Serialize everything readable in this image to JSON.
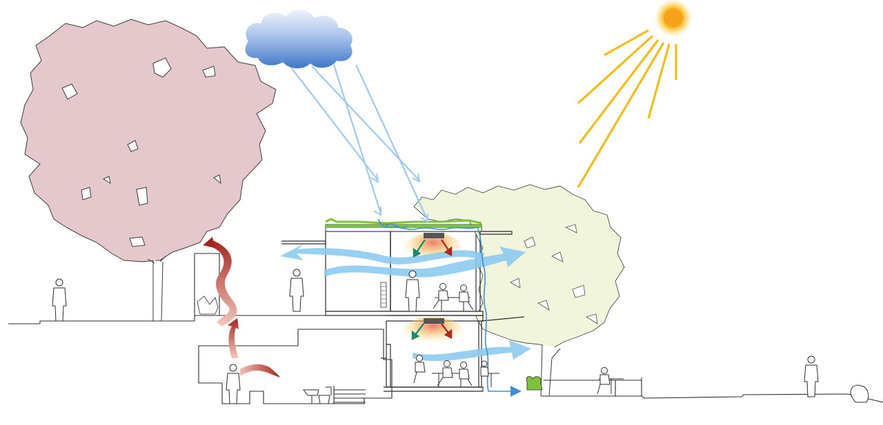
{
  "diagram": {
    "type": "building-section-sustainability",
    "labels": [],
    "elements": {
      "sun": {
        "icon": "sun-icon",
        "rays": 6
      },
      "cloud": {
        "icon": "cloud-icon",
        "rain_streaks": 4
      },
      "tree_left": {
        "icon": "deciduous-tree-icon",
        "fill": "#e4c8cb"
      },
      "tree_right": {
        "icon": "deciduous-tree-icon",
        "fill": "#f1f5dc"
      },
      "green_roof": {
        "icon": "green-roof-icon"
      },
      "people": {
        "icon": "person-silhouette-icon",
        "count": 12
      }
    },
    "colors": {
      "sun_core": "#f7b21f",
      "sun_rays": "#f5bd13",
      "cloud_top": "#d6e4f6",
      "cloud_bottom": "#4d82cf",
      "rain": "#8fc2ea",
      "airflow": "#8ccbf0",
      "warm_flow": "#b3261e",
      "cool_flow": "#1a8a6e",
      "water": "#3f8fd4",
      "green_roof": "#7ec23c",
      "outline": "#2b2b2b"
    }
  }
}
